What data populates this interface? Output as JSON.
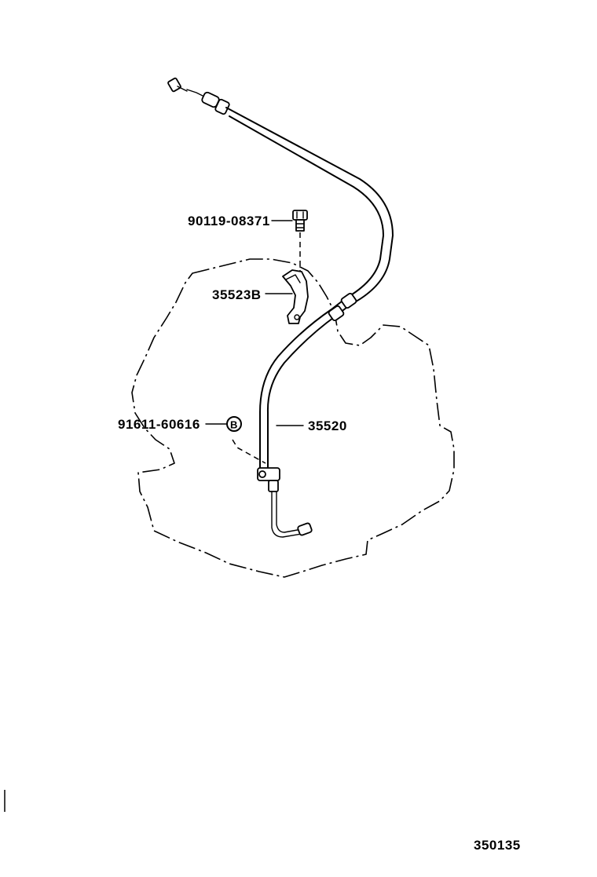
{
  "diagram": {
    "callouts": [
      {
        "id": "bolt",
        "label": "90119-08371"
      },
      {
        "id": "bracket",
        "label": "35523B"
      },
      {
        "id": "clip",
        "label": "91611-60616"
      },
      {
        "id": "cable",
        "label": "35520"
      }
    ],
    "clip_symbol": "B",
    "figure_code": "350135"
  }
}
